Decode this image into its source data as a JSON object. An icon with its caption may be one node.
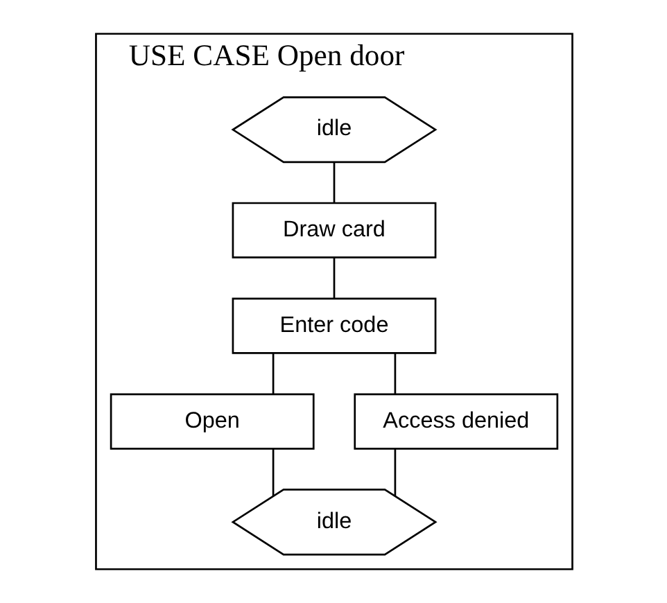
{
  "diagram": {
    "nodes": [
      {
        "text": [
          "USE CASE Open door"
        ]
      },
      {
        "text": [
          "idle"
        ],
        "in": 0
      },
      {
        "text": [
          "Draw card"
        ],
        "in": 0
      },
      {
        "text": [
          "Enter code"
        ],
        "in": 0
      },
      {
        "text": [
          "Open"
        ],
        "in": 0
      },
      {
        "text": [
          "Access denied"
        ],
        "in": 0
      },
      {
        "text": [
          "idle"
        ],
        "in": 0
      }
    ],
    "edges": [
      {
        "from": 1,
        "to": 2,
        "arrow": "none"
      },
      {
        "from": 2,
        "to": 3,
        "arrow": "none"
      },
      {
        "from": 3,
        "to": 4,
        "arrow": "none"
      },
      {
        "from": 3,
        "to": 5,
        "arrow": "none"
      },
      {
        "from": 4,
        "to": 6,
        "arrow": "none"
      },
      {
        "from": 5,
        "to": 6,
        "arrow": "none"
      }
    ]
  }
}
